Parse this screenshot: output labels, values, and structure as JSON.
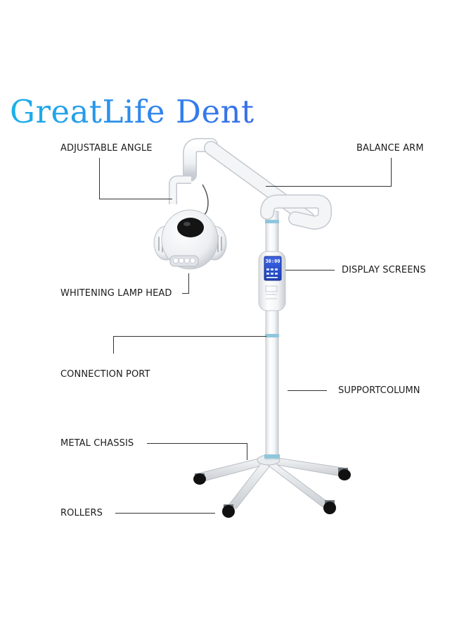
{
  "brand": {
    "name": "GreatLife Dent"
  },
  "labels": {
    "adjustable_angle": "ADJUSTABLE ANGLE",
    "balance_arm": "BALANCE ARM",
    "display_screens": "DISPLAY SCREENS",
    "whitening_lamp_head": "WHITENING LAMP HEAD",
    "connection_port": "CONNECTION PORT",
    "support_column": "SUPPORTCOLUMN",
    "metal_chassis": "METAL CHASSIS",
    "rollers": "ROLLERS"
  },
  "display": {
    "timer": "30:00"
  },
  "colors": {
    "brand_start": "#1ab2ea",
    "brand_end": "#3a6ee8",
    "screen": "#2f55d8",
    "accent_ring": "#8fc6dc"
  }
}
